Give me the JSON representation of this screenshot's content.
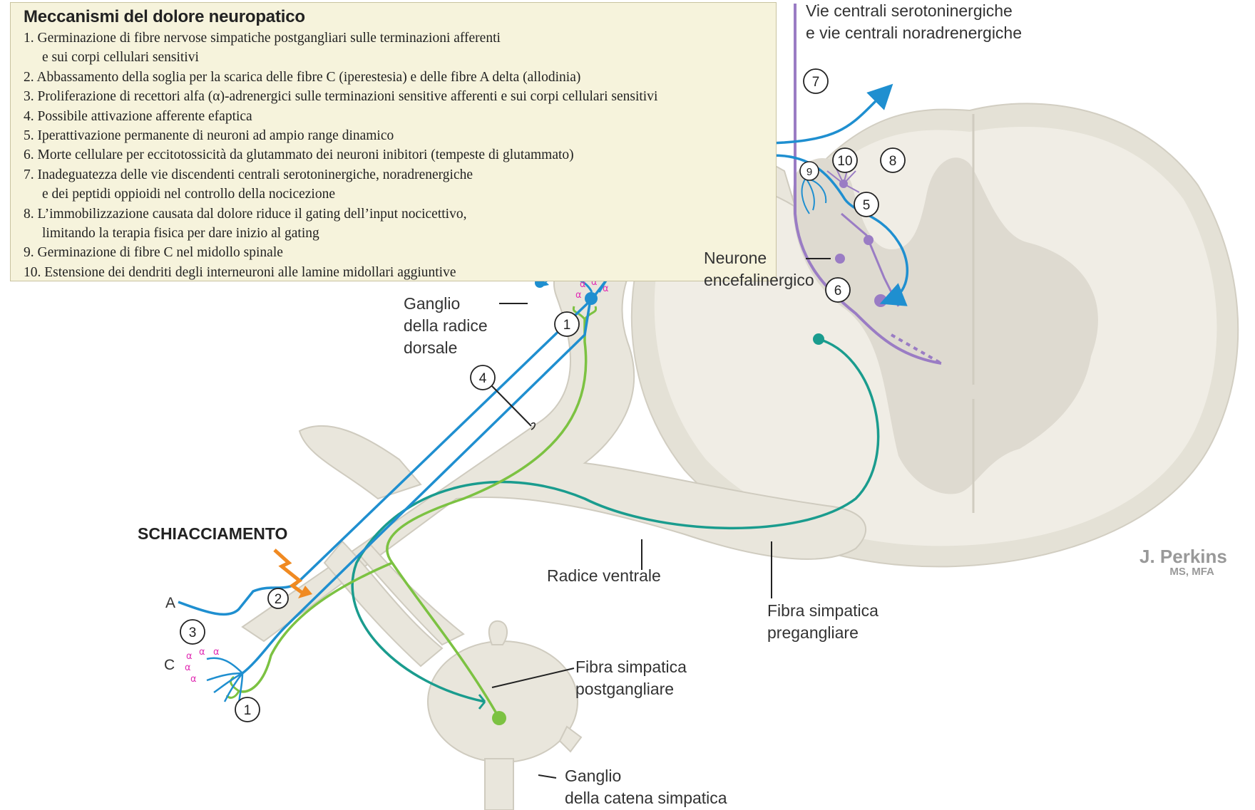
{
  "legend": {
    "title": "Meccanismi del dolore neuropatico",
    "items": [
      {
        "n": "1.",
        "lines": [
          "Germinazione di fibre nervose simpatiche postgangliari sulle terminazioni afferenti",
          "e sui corpi cellulari sensitivi"
        ]
      },
      {
        "n": "2.",
        "lines": [
          "Abbassamento della soglia per la scarica delle fibre C (iperestesia) e delle fibre A delta (allodinia)"
        ]
      },
      {
        "n": "3.",
        "lines": [
          "Proliferazione di recettori alfa (α)-adrenergici sulle terminazioni sensitive afferenti e sui corpi cellulari sensitivi"
        ]
      },
      {
        "n": "4.",
        "lines": [
          "Possibile attivazione afferente efaptica"
        ]
      },
      {
        "n": "5.",
        "lines": [
          "Iperattivazione permanente di neuroni ad ampio range dinamico"
        ]
      },
      {
        "n": "6.",
        "lines": [
          "Morte cellulare per eccitotossicità da glutammato dei neuroni inibitori (tempeste di glutammato)"
        ]
      },
      {
        "n": "7.",
        "lines": [
          "Inadeguatezza delle vie discendenti centrali serotoninergiche, noradrenergiche",
          "e dei peptidi oppioidi nel controllo della nocicezione"
        ]
      },
      {
        "n": "8.",
        "lines": [
          "L’immobilizzazione causata dal dolore riduce il gating dell’input nocicettivo,",
          "limitando la terapia fisica per dare inizio al gating"
        ]
      },
      {
        "n": "9.",
        "lines": [
          "Germinazione di fibre C nel midollo spinale"
        ]
      },
      {
        "n": "10.",
        "lines": [
          "Estensione dei dendriti degli interneuroni alle lamine midollari aggiuntive"
        ]
      }
    ]
  },
  "labels": {
    "vie_centrali": [
      "Vie centrali serotoninergiche",
      "e vie centrali noradrenergiche"
    ],
    "neurone": [
      "Neurone",
      "encefalinergico"
    ],
    "ganglio_radice": [
      "Ganglio",
      "della radice",
      "dorsale"
    ],
    "radice_ventrale": "Radice ventrale",
    "fibra_pregangliare": [
      "Fibra simpatica",
      "pregangliare"
    ],
    "fibra_postgangliare": [
      "Fibra simpatica",
      "postgangliare"
    ],
    "ganglio_catena": [
      "Ganglio",
      "della catena simpatica"
    ],
    "schiacciamento": "SCHIACCIAMENTO",
    "fiber_a": "A",
    "fiber_c": "C",
    "alpha": "α"
  },
  "markers": [
    "1",
    "2",
    "3",
    "4",
    "5",
    "6",
    "7",
    "8",
    "9",
    "10"
  ],
  "signature": {
    "name": "J. Perkins",
    "degree": "MS, MFA"
  },
  "colors": {
    "afferent_blue": "#1f8fd0",
    "sympathetic_green": "#7cc242",
    "preganglionic_teal": "#1a9c8e",
    "descending_purple": "#9a7cc4",
    "alpha_receptor_magenta": "#e12fb4",
    "crush_orange": "#f08a22",
    "nerve_tissue": "#ece9df",
    "legend_background": "#f6f3dc"
  }
}
